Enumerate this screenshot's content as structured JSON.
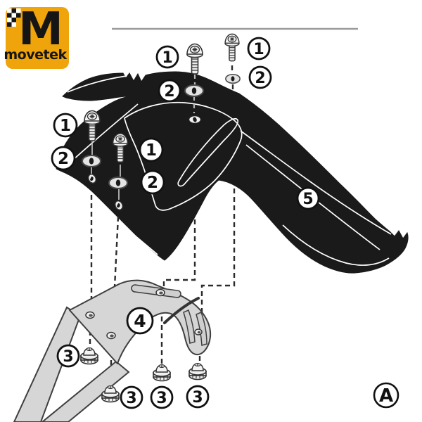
{
  "brand": {
    "monogram": "M",
    "name": "movetek"
  },
  "colors": {
    "brand_bg": "#EFA40C",
    "fender_black": "#1A1A1A",
    "bracket_gray": "#D6D6D6",
    "outline": "#333333",
    "divider_gray": "#9B9B9B"
  },
  "parts": {
    "screw_label": "1",
    "washer_label": "2",
    "nut_label": "3",
    "bracket_label": "4",
    "fender_label": "5"
  },
  "figure": {
    "label": "A"
  }
}
